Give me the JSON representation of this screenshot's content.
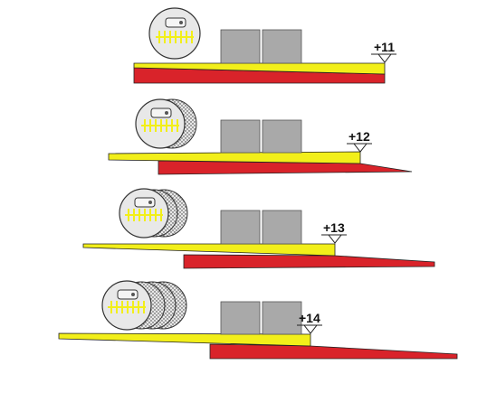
{
  "colors": {
    "upper_layer": "#f2ef1a",
    "lower_layer": "#d9232a",
    "block": "#a9a9a9",
    "outline": "#222222",
    "gauge_face": "#e8e8e8",
    "ticks": "#f2ef1a"
  },
  "diagram": {
    "steps": [
      {
        "marker": "+11",
        "overlay_discs": 0
      },
      {
        "marker": "+12",
        "overlay_discs": 1
      },
      {
        "marker": "+13",
        "overlay_discs": 2
      },
      {
        "marker": "+14",
        "overlay_discs": 3
      }
    ]
  }
}
